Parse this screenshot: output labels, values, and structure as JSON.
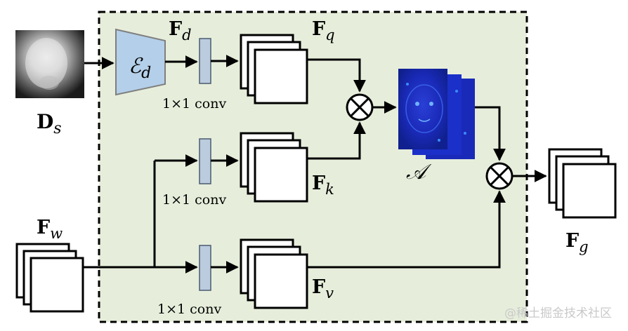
{
  "labels": {
    "depth_input": "D",
    "depth_input_sub": "s",
    "encoder": "ℰ",
    "encoder_sub": "d",
    "feature_d": "F",
    "feature_d_sub": "d",
    "feature_q": "F",
    "feature_q_sub": "q",
    "feature_k": "F",
    "feature_k_sub": "k",
    "feature_v": "F",
    "feature_v_sub": "v",
    "feature_w": "F",
    "feature_w_sub": "w",
    "feature_g": "F",
    "feature_g_sub": "g",
    "attention": "𝒜",
    "conv_top": "1×1 conv",
    "conv_mid": "1×1 conv",
    "conv_bottom": "1×1 conv",
    "multiply_symbol": "⊗",
    "watermark": "@稀土掘金技术社区"
  },
  "colors": {
    "module_bg": "#e6eedb",
    "encoder_fill": "#b4cfe9",
    "conv_fill": "#bcccdf",
    "attention_blue": "#1b2fc9"
  }
}
